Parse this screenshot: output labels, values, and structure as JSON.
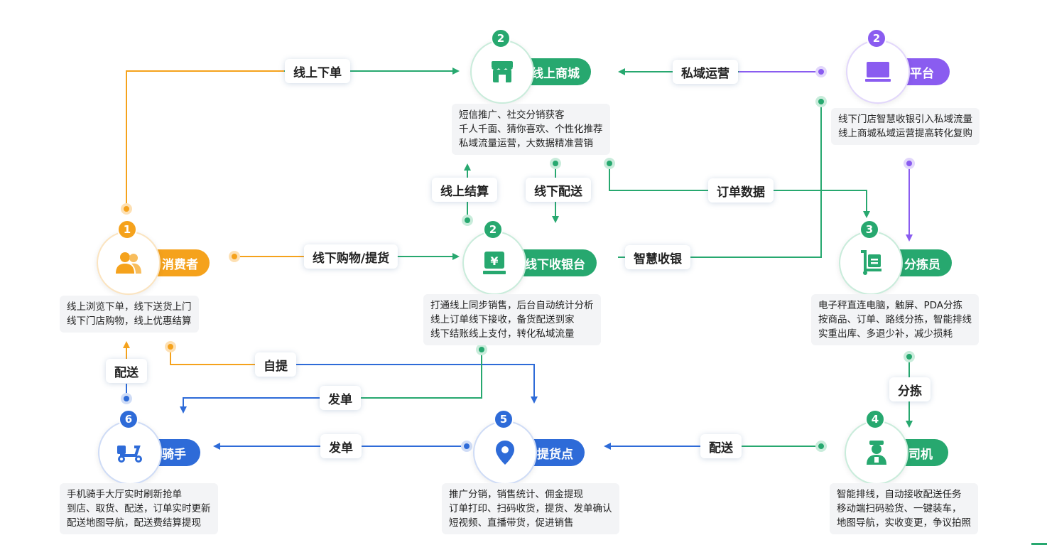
{
  "colors": {
    "green": "#27a86f",
    "orange": "#f5a21c",
    "purple": "#8a5cf0",
    "blue": "#2e6bd8"
  },
  "nodes": {
    "consumer": {
      "badge": "1",
      "title": "消费者",
      "icon": "users-icon",
      "desc": [
        "线上浏览下单，线下送货上门",
        "线下门店购物，线上优惠结算"
      ]
    },
    "online_mall": {
      "badge": "2",
      "title": "线上商城",
      "icon": "storefront-icon",
      "desc": [
        "短信推广、社交分销获客",
        "千人千面、猜你喜欢、个性化推荐",
        "私域流量运营，大数据精准营销"
      ]
    },
    "platform": {
      "badge": "2",
      "title": "平台",
      "icon": "monitor-icon",
      "desc": [
        "线下门店智慧收银引入私域流量",
        "线上商城私域运营提高转化复购"
      ]
    },
    "offline_pos": {
      "badge": "2",
      "title": "线下收银台",
      "icon": "cash-register-icon",
      "desc": [
        "打通线上同步销售，后台自动统计分析",
        "线上订单线下接收，备货配送到家",
        "线下结账线上支付，转化私域流量"
      ]
    },
    "sorter": {
      "badge": "3",
      "title": "分拣员",
      "icon": "trolley-icon",
      "desc": [
        "电子秤直连电脑，触屏、PDA分拣",
        "按商品、订单、路线分拣，智能排线",
        "实重出库、多退少补，减少损耗"
      ]
    },
    "driver": {
      "badge": "4",
      "title": "司机",
      "icon": "driver-icon",
      "desc": [
        "智能排线，自动接收配送任务",
        "移动端扫码验货、一键装车，",
        "地图导航，实收变更，争议拍照"
      ]
    },
    "pickup": {
      "badge": "5",
      "title": "提货点",
      "icon": "location-pin-icon",
      "desc": [
        "推广分销，销售统计、佣金提现",
        "订单打印、扫码收货，提货、发单确认",
        "短视频、直播带货，促进销售"
      ]
    },
    "rider": {
      "badge": "6",
      "title": "骑手",
      "icon": "scooter-icon",
      "desc": [
        "手机骑手大厅实时刷新抢单",
        "到店、取货、配送，订单实时更新",
        "配送地图导航，配送费结算提现"
      ]
    }
  },
  "flows": {
    "online_order": "线上下单",
    "private_ops": "私域运营",
    "online_settle": "线上结算",
    "offline_delivery": "线下配送",
    "order_data": "订单数据",
    "offline_shopping": "线下购物/提货",
    "smart_pos": "智慧收银",
    "self_pickup": "自提",
    "delivery_up": "配送",
    "dispatch_rider": "发单",
    "dispatch_pickup": "发单",
    "sorting": "分拣",
    "delivery_driver": "配送"
  }
}
